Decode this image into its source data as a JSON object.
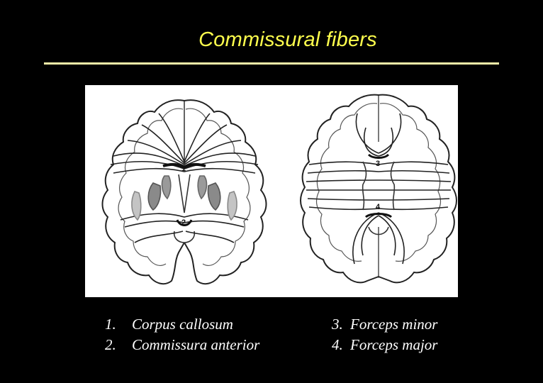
{
  "slide": {
    "title": "Commissural fibers",
    "figure": {
      "labels": [
        "1",
        "2",
        "3",
        "4"
      ]
    },
    "legend_left": [
      {
        "num": "1.",
        "text": "Corpus callosum"
      },
      {
        "num": "2.",
        "text": "Commissura anterior"
      }
    ],
    "legend_right": [
      {
        "num": "3.",
        "text": "Forceps minor"
      },
      {
        "num": "4.",
        "text": "Forceps major"
      }
    ]
  },
  "colors": {
    "background": "#000000",
    "title": "#ffff4d",
    "rule": "#f5f0a8",
    "legend_text": "#ffffff"
  }
}
